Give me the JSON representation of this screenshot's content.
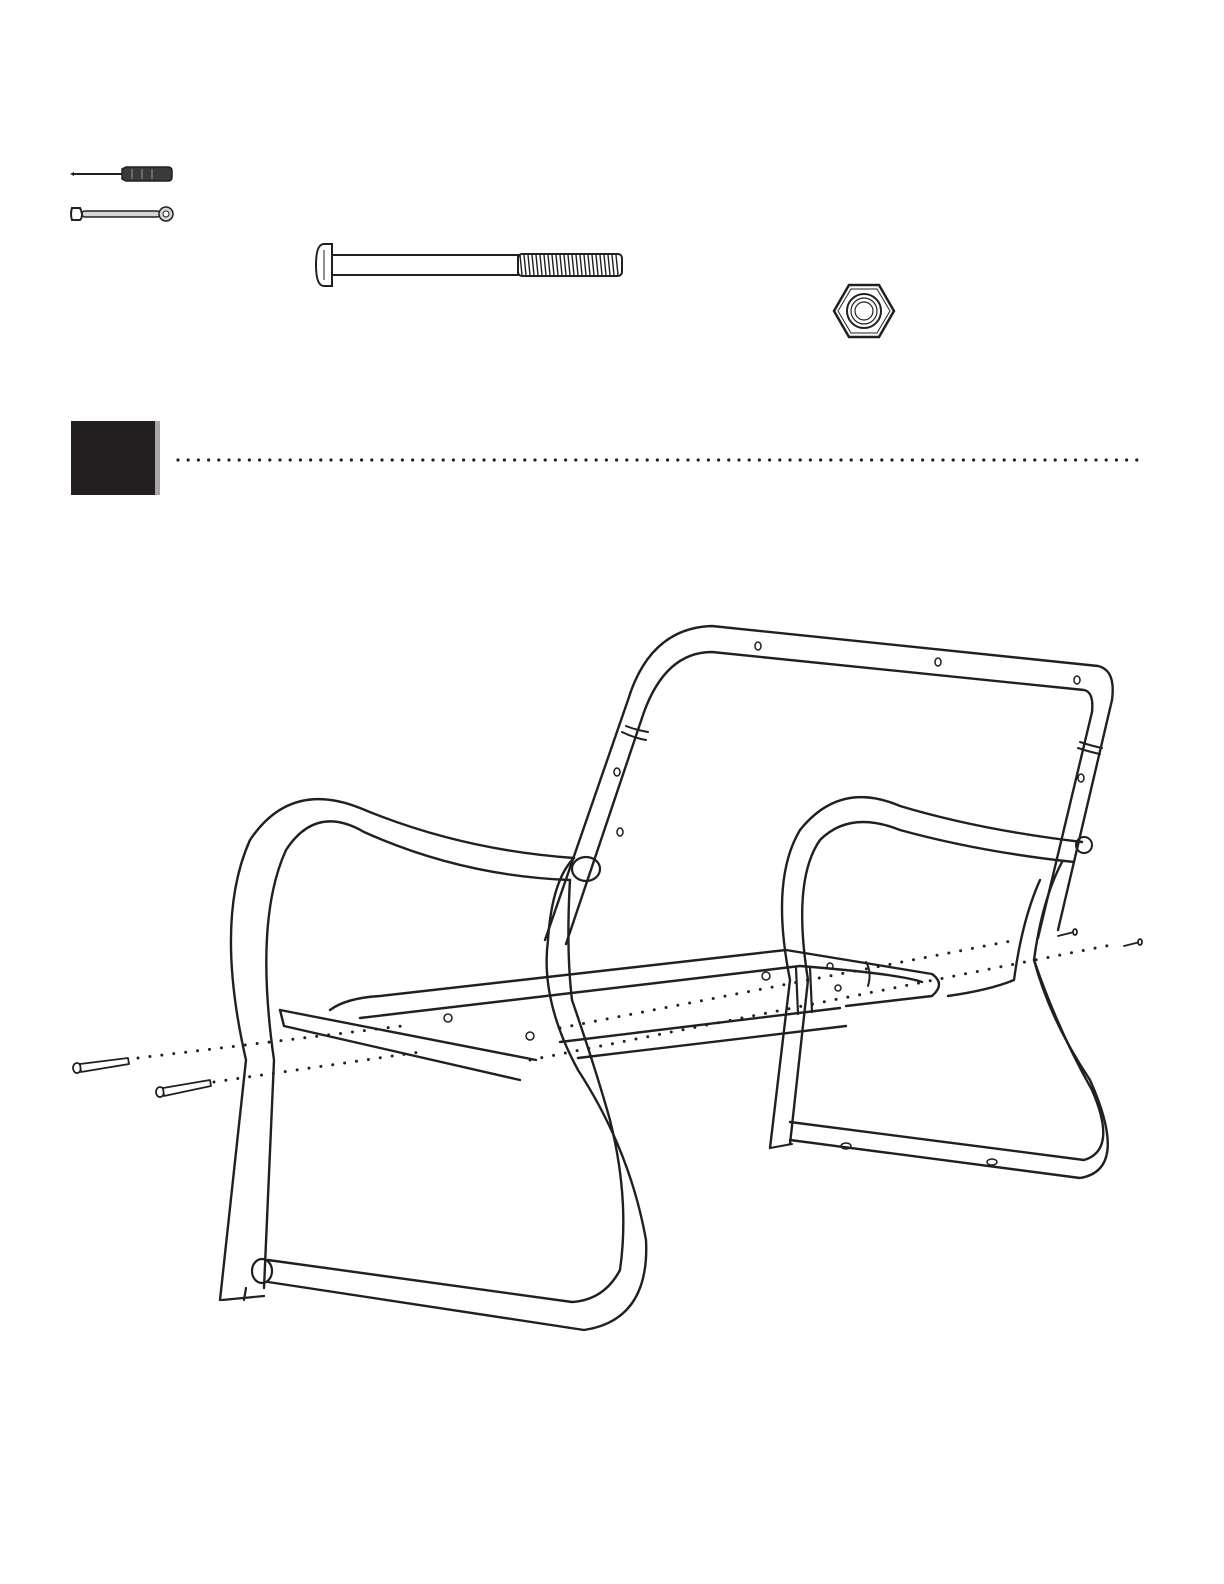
{
  "page": {
    "step_marker": {
      "color": "#231f20",
      "shadow_color": "#a7a7a7"
    },
    "tools": [
      {
        "name": "screwdriver",
        "icon": "screwdriver-icon"
      },
      {
        "name": "wrench",
        "icon": "wrench-icon"
      }
    ],
    "hardware": [
      {
        "name": "bolt",
        "icon": "bolt-icon"
      },
      {
        "name": "nut",
        "icon": "hex-nut-icon"
      }
    ],
    "diagram": {
      "subject": "loveseat-frame",
      "ink_color": "#231f20"
    }
  }
}
